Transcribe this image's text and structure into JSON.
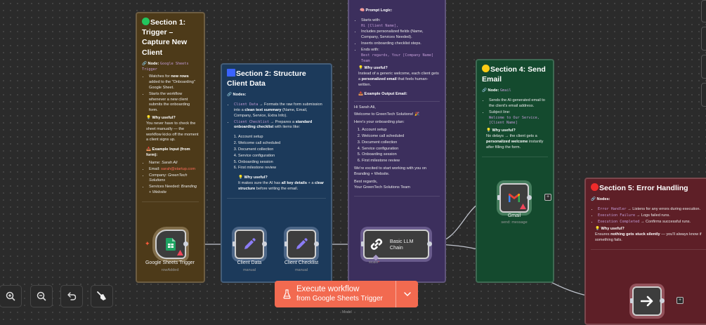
{
  "section1": {
    "title": "Section 1: Trigger – Capture New Client",
    "node_label": "Node:",
    "node_name": "Google Sheets Trigger",
    "bullets": [
      {
        "pre": "Watches for ",
        "bold": "new rows",
        "post": " added to the \"Onboarding\" Google Sheet."
      },
      {
        "pre": "Starts the workflow whenever a new client submits the onboarding form.",
        "bold": "",
        "post": ""
      }
    ],
    "why_title": "Why useful?",
    "why_text": "You never have to check the sheet manually — the workflow kicks off the moment a client signs up.",
    "example_title": "Example Input (from form):",
    "example": [
      {
        "key": "Name: ",
        "value": "Sarah Ali"
      },
      {
        "key": "Email: ",
        "value": "sarah@startup.com"
      },
      {
        "key": "Company: ",
        "value": "GreenTech Solutions"
      },
      {
        "key": "Services Needed: ",
        "value": "Branding + Website"
      }
    ]
  },
  "section2": {
    "title": "Section 2: Structure Client Data",
    "nodes_label": "Nodes:",
    "items": [
      {
        "code": "Client Data",
        "pre": " → Formats the raw form submission into a ",
        "bold": "clean text summary",
        "post": " (Name, Email, Company, Service, Extra Info)."
      },
      {
        "code": "Client Checklist",
        "pre": " → Prepares a ",
        "bold": "standard onboarding checklist",
        "post": " with items like:"
      }
    ],
    "checklist": [
      "Account setup",
      "Welcome call scheduled",
      "Document collection",
      "Service configuration",
      "Onboarding session",
      "First milestone review"
    ],
    "why_title": "Why useful?",
    "why_pre": "It makes sure the AI has ",
    "why_bold1": "all key details",
    "why_mid": " + a ",
    "why_bold2": "clear structure",
    "why_post": " before writing the email."
  },
  "section3": {
    "prompt_title": "Prompt Logic:",
    "starts_with": "Starts with:",
    "starts_code": "Hi [Client Name],",
    "includes": "Includes personalized fields (Name, Company, Services Needed).",
    "inserts": "Inserts onboarding checklist steps.",
    "ends_with": "Ends with:",
    "ends_code": "Best regards, Your [Company Name] Team",
    "why_title": "Why useful?",
    "why_pre": "Instead of a generic welcome, each client gets a ",
    "why_bold": "personalized email",
    "why_post": " that feels human-written.",
    "example_title": "Example Output Email:",
    "email_greeting": "Hi Sarah Ali,",
    "email_welcome": "Welcome to GreenTech Solutions! 🎉",
    "email_plan": "Here's your onboarding plan:",
    "email_steps": [
      "Account setup",
      "Welcome call scheduled",
      "Document collection",
      "Service configuration",
      "Onboarding session",
      "First milestone review"
    ],
    "email_excited": "We're excited to start working with you on Branding + Website.",
    "email_regards": "Best regards,",
    "email_team": "Your GreenTech Solutions Team"
  },
  "section4": {
    "title": "Section 4: Send Email",
    "node_label": "Node:",
    "node_name": "Gmail",
    "bullet1": "Sends the AI-generated email to the client's email address.",
    "bullet2": "Subject line:",
    "subject_code": "Welcome to Our Service, [Client Name]",
    "why_title": "Why useful?",
    "why_pre": "No delays → the client gets a ",
    "why_bold": "personalized welcome",
    "why_post": " instantly after filling the form."
  },
  "section5": {
    "title": "Section 5: Error Handling",
    "nodes_label": "Nodes:",
    "items": [
      {
        "code": "Error Handler",
        "text": " → Listens for any errors during execution."
      },
      {
        "code": "Execution Failure",
        "text": " → Logs failed runs."
      },
      {
        "code": "Execution Completed",
        "text": " → Confirms successful runs."
      }
    ],
    "why_title": "Why useful?",
    "why_pre": "Ensures ",
    "why_bold": "nothing gets stuck silently",
    "why_post": " — you'll always know if something fails."
  },
  "nodes": {
    "sheets": {
      "label": "Google Sheets Trigger",
      "sub": "rowAdded"
    },
    "client_data": {
      "label": "Client Data",
      "sub": "manual"
    },
    "client_checklist": {
      "label": "Client Checklist",
      "sub": "manual"
    },
    "llm": {
      "label": "Basic LLM Chain",
      "model_label": "Model",
      "required_mark": "*"
    },
    "gmail": {
      "label": "Gmail",
      "sub": "send: message"
    },
    "bottom_model_label": "Model"
  },
  "execute": {
    "line1": "Execute workflow",
    "line2": "from Google Sheets Trigger"
  },
  "colors": {
    "accent": "#f26a50",
    "section1": "#4d3a19",
    "section2": "#1c3a5b",
    "section3": "#3c2f5d",
    "section4": "#144a2e",
    "section5": "#5e1f27"
  }
}
